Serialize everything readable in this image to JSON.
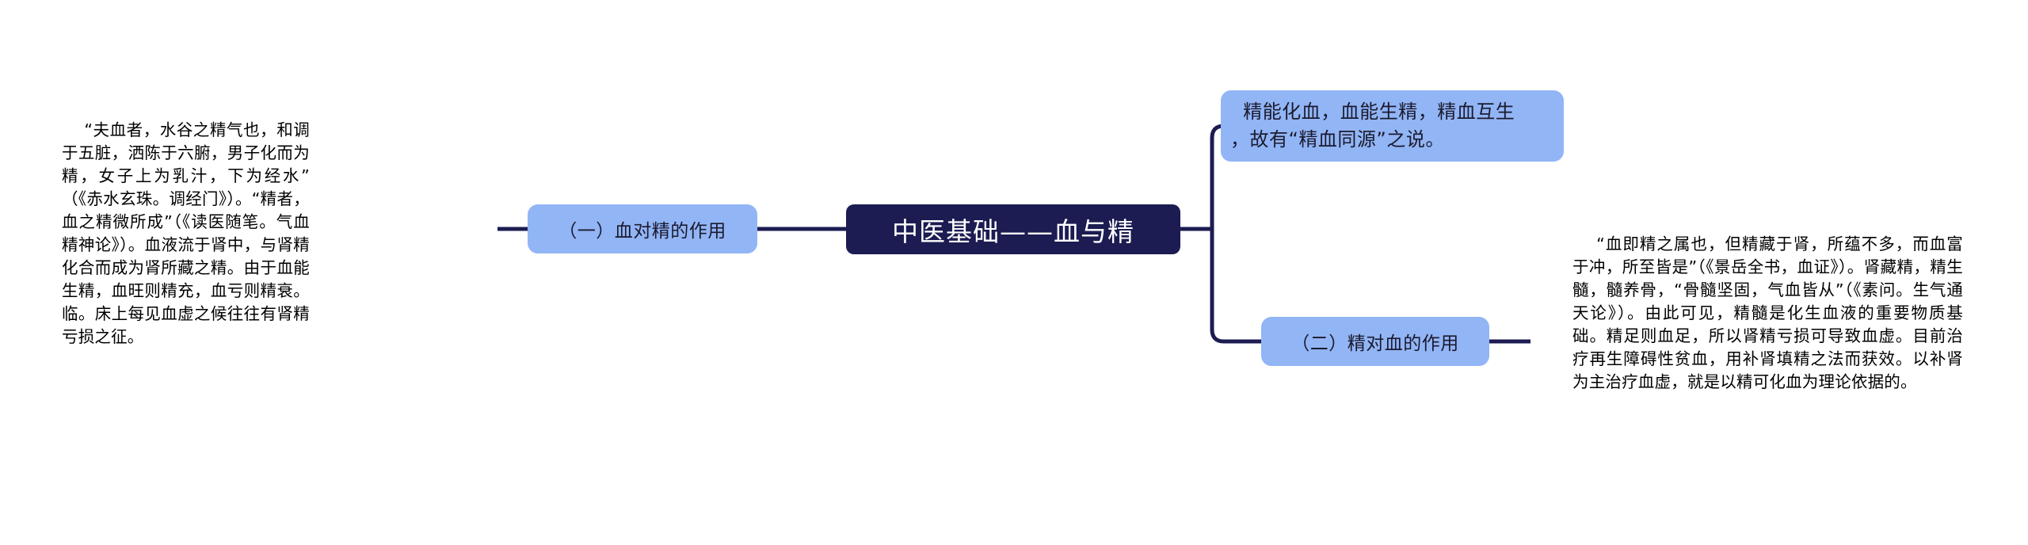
{
  "diagram": {
    "type": "mind-map",
    "background_color": "#ffffff",
    "root": {
      "label": "中医基础——血与精",
      "fill_color": "#1c1c52",
      "text_color": "#ffffff"
    },
    "branch_color": "#92b5f5",
    "branch_text_color": "#1a1a2e",
    "connector_color": "#1c1c52",
    "branches": [
      {
        "id": "blood-on-essence",
        "side": "left",
        "label": "（一）血对精的作用"
      },
      {
        "id": "mutual-generation",
        "side": "right",
        "label": "  精能化血，血能生精，精血互生\n，故有“精血同源”之说。"
      },
      {
        "id": "essence-on-blood",
        "side": "right",
        "label": "（二）精对血的作用"
      }
    ]
  },
  "annotations": {
    "left_text": "    “夫血者，水谷之精气也，和调于五脏，洒陈于六腑，男子化而为精，女子上为乳汁，下为经水”（《赤水玄珠。调经门》）。“精者，血之精微所成”（《读医随笔。气血精神论》）。血液流于肾中，与肾精化合而成为肾所藏之精。由于血能生精，血旺则精充，血亏则精衰。临。床上每见血虚之候往往有肾精亏损之征。",
    "right_text": "    “血即精之属也，但精藏于肾，所蕴不多，而血富于冲，所至皆是”（《景岳全书，血证》）。肾藏精，精生髓，髓养骨，“骨髓坚固，气血皆从”（《素问。生气通天论》）。由此可见，精髓是化生血液的重要物质基础。精足则血足，所以肾精亏损可导致血虚。目前治疗再生障碍性贫血，用补肾填精之法而获效。以补肾为主治疗血虚，就是以精可化血为理论依据的。"
  }
}
